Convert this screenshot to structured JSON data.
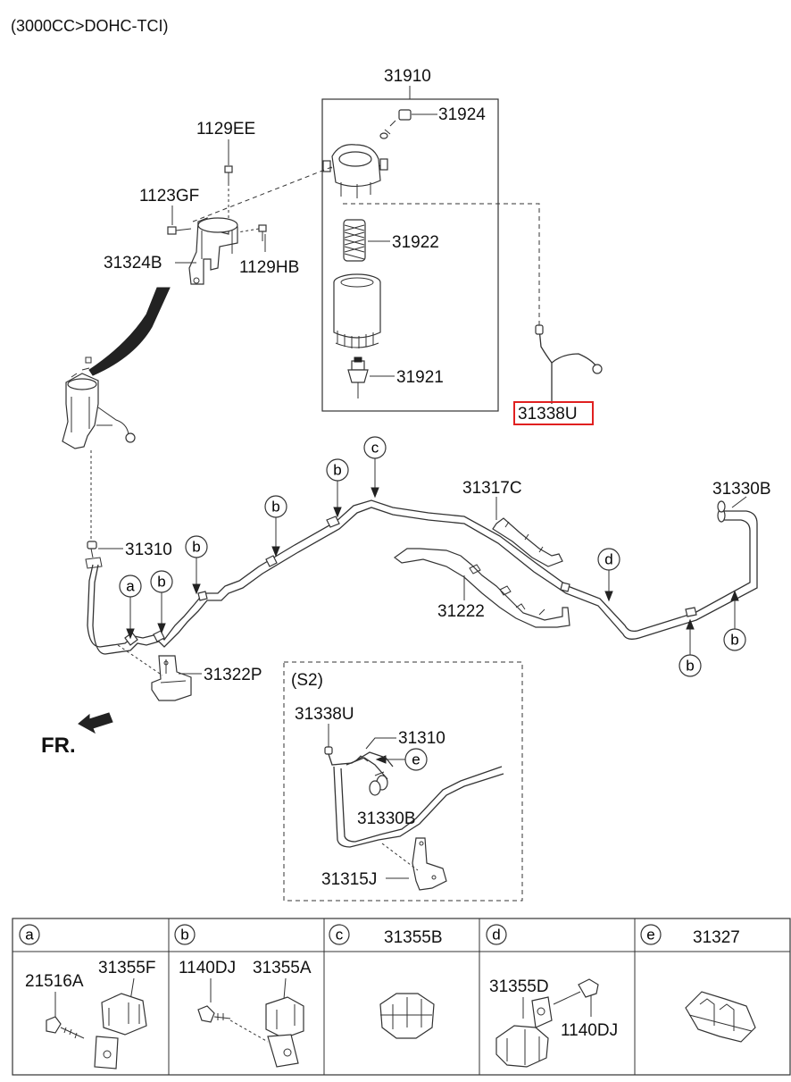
{
  "title": "(3000CC>DOHC-TCI)",
  "parts": {
    "filter_assembly": "31910",
    "filter_cap_bolt": "31924",
    "filter_element": "31922",
    "filter_sensor": "31921",
    "sensor_harness": "31338U",
    "bolt_1129EE": "1129EE",
    "bolt_1123GF": "1123GF",
    "bracket_31324B": "31324B",
    "bolt_1129HB": "1129HB",
    "line_31310": "31310",
    "clip_31317C": "31317C",
    "hose_31330B": "31330B",
    "clamp_31222": "31222",
    "bracket_31322P": "31322P"
  },
  "callouts": {
    "a": "a",
    "b": "b",
    "c": "c",
    "d": "d",
    "e": "e"
  },
  "front_label": "FR.",
  "inset": {
    "title": "(S2)",
    "harness": "31338U",
    "line": "31310",
    "hose": "31330B",
    "bracket": "31315J",
    "callout_e": "e"
  },
  "legend": [
    {
      "key": "a",
      "title": "",
      "parts": [
        "21516A",
        "31355F"
      ]
    },
    {
      "key": "b",
      "title": "",
      "parts": [
        "1140DJ",
        "31355A"
      ]
    },
    {
      "key": "c",
      "title": "31355B",
      "parts": []
    },
    {
      "key": "d",
      "title": "",
      "parts": [
        "31355D",
        "1140DJ"
      ]
    },
    {
      "key": "e",
      "title": "31327",
      "parts": []
    }
  ],
  "highlight_part": "31338U"
}
